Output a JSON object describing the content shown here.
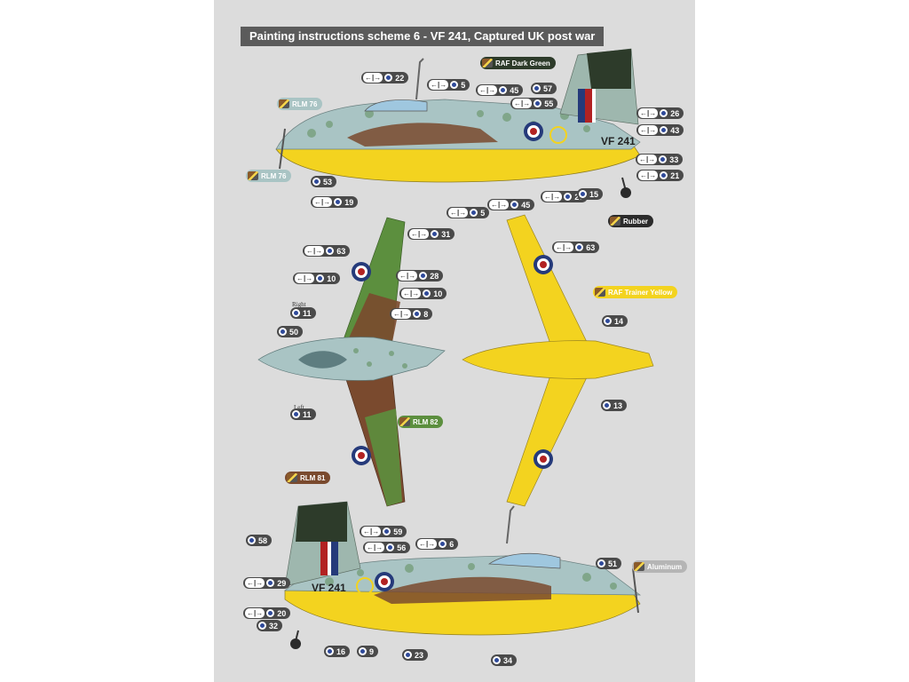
{
  "title": "Painting instructions scheme 6 - VF 241, Captured UK post war",
  "serial_top": "VF 241",
  "serial_bottom": "VF 241",
  "colors": {
    "rlm76": "#a9c4c4",
    "rlm82": "#5c8f3e",
    "rlm81": "#7a4a2e",
    "raf_dark_green": "#2d3b2a",
    "raf_trainer_yellow": "#f3d31f",
    "rubber": "#2b2b2b",
    "aluminum": "#b5b5b5",
    "roundel_blue": "#253a7a",
    "roundel_red": "#b22222"
  },
  "color_tags": [
    {
      "label": "RAF Dark Green"
    },
    {
      "label": "RLM 76"
    },
    {
      "label": "RLM 76"
    },
    {
      "label": "Rubber"
    },
    {
      "label": "RAF Trainer Yellow"
    },
    {
      "label": "RLM 82"
    },
    {
      "label": "RLM 81"
    },
    {
      "label": "Aluminum"
    }
  ],
  "callouts": [
    {
      "num": "22",
      "arrows": true
    },
    {
      "num": "5",
      "arrows": true
    },
    {
      "num": "45",
      "arrows": true
    },
    {
      "num": "57",
      "arrows": false
    },
    {
      "num": "55",
      "arrows": true
    },
    {
      "num": "26",
      "arrows": true
    },
    {
      "num": "43",
      "arrows": true
    },
    {
      "num": "33",
      "arrows": true
    },
    {
      "num": "21",
      "arrows": true
    },
    {
      "num": "53",
      "arrows": false
    },
    {
      "num": "19",
      "arrows": true
    },
    {
      "num": "5",
      "arrows": true
    },
    {
      "num": "45",
      "arrows": true
    },
    {
      "num": "20",
      "arrows": true
    },
    {
      "num": "15",
      "arrows": false
    },
    {
      "num": "31",
      "arrows": true
    },
    {
      "num": "63",
      "arrows": true
    },
    {
      "num": "28",
      "arrows": true
    },
    {
      "num": "10",
      "arrows": true
    },
    {
      "num": "10",
      "arrows": true
    },
    {
      "num": "8",
      "arrows": true
    },
    {
      "num": "11",
      "arrows": false
    },
    {
      "num": "50",
      "arrows": false
    },
    {
      "num": "11",
      "arrows": false
    },
    {
      "num": "63",
      "arrows": true
    },
    {
      "num": "14",
      "arrows": false
    },
    {
      "num": "13",
      "arrows": false
    },
    {
      "num": "58",
      "arrows": false
    },
    {
      "num": "59",
      "arrows": true
    },
    {
      "num": "56",
      "arrows": true
    },
    {
      "num": "6",
      "arrows": true
    },
    {
      "num": "29",
      "arrows": true
    },
    {
      "num": "20",
      "arrows": true
    },
    {
      "num": "32",
      "arrows": false
    },
    {
      "num": "16",
      "arrows": false
    },
    {
      "num": "9",
      "arrows": false
    },
    {
      "num": "23",
      "arrows": false
    },
    {
      "num": "34",
      "arrows": false
    },
    {
      "num": "51",
      "arrows": false
    }
  ],
  "hand_labels": {
    "right": "Right",
    "left": "Left"
  }
}
